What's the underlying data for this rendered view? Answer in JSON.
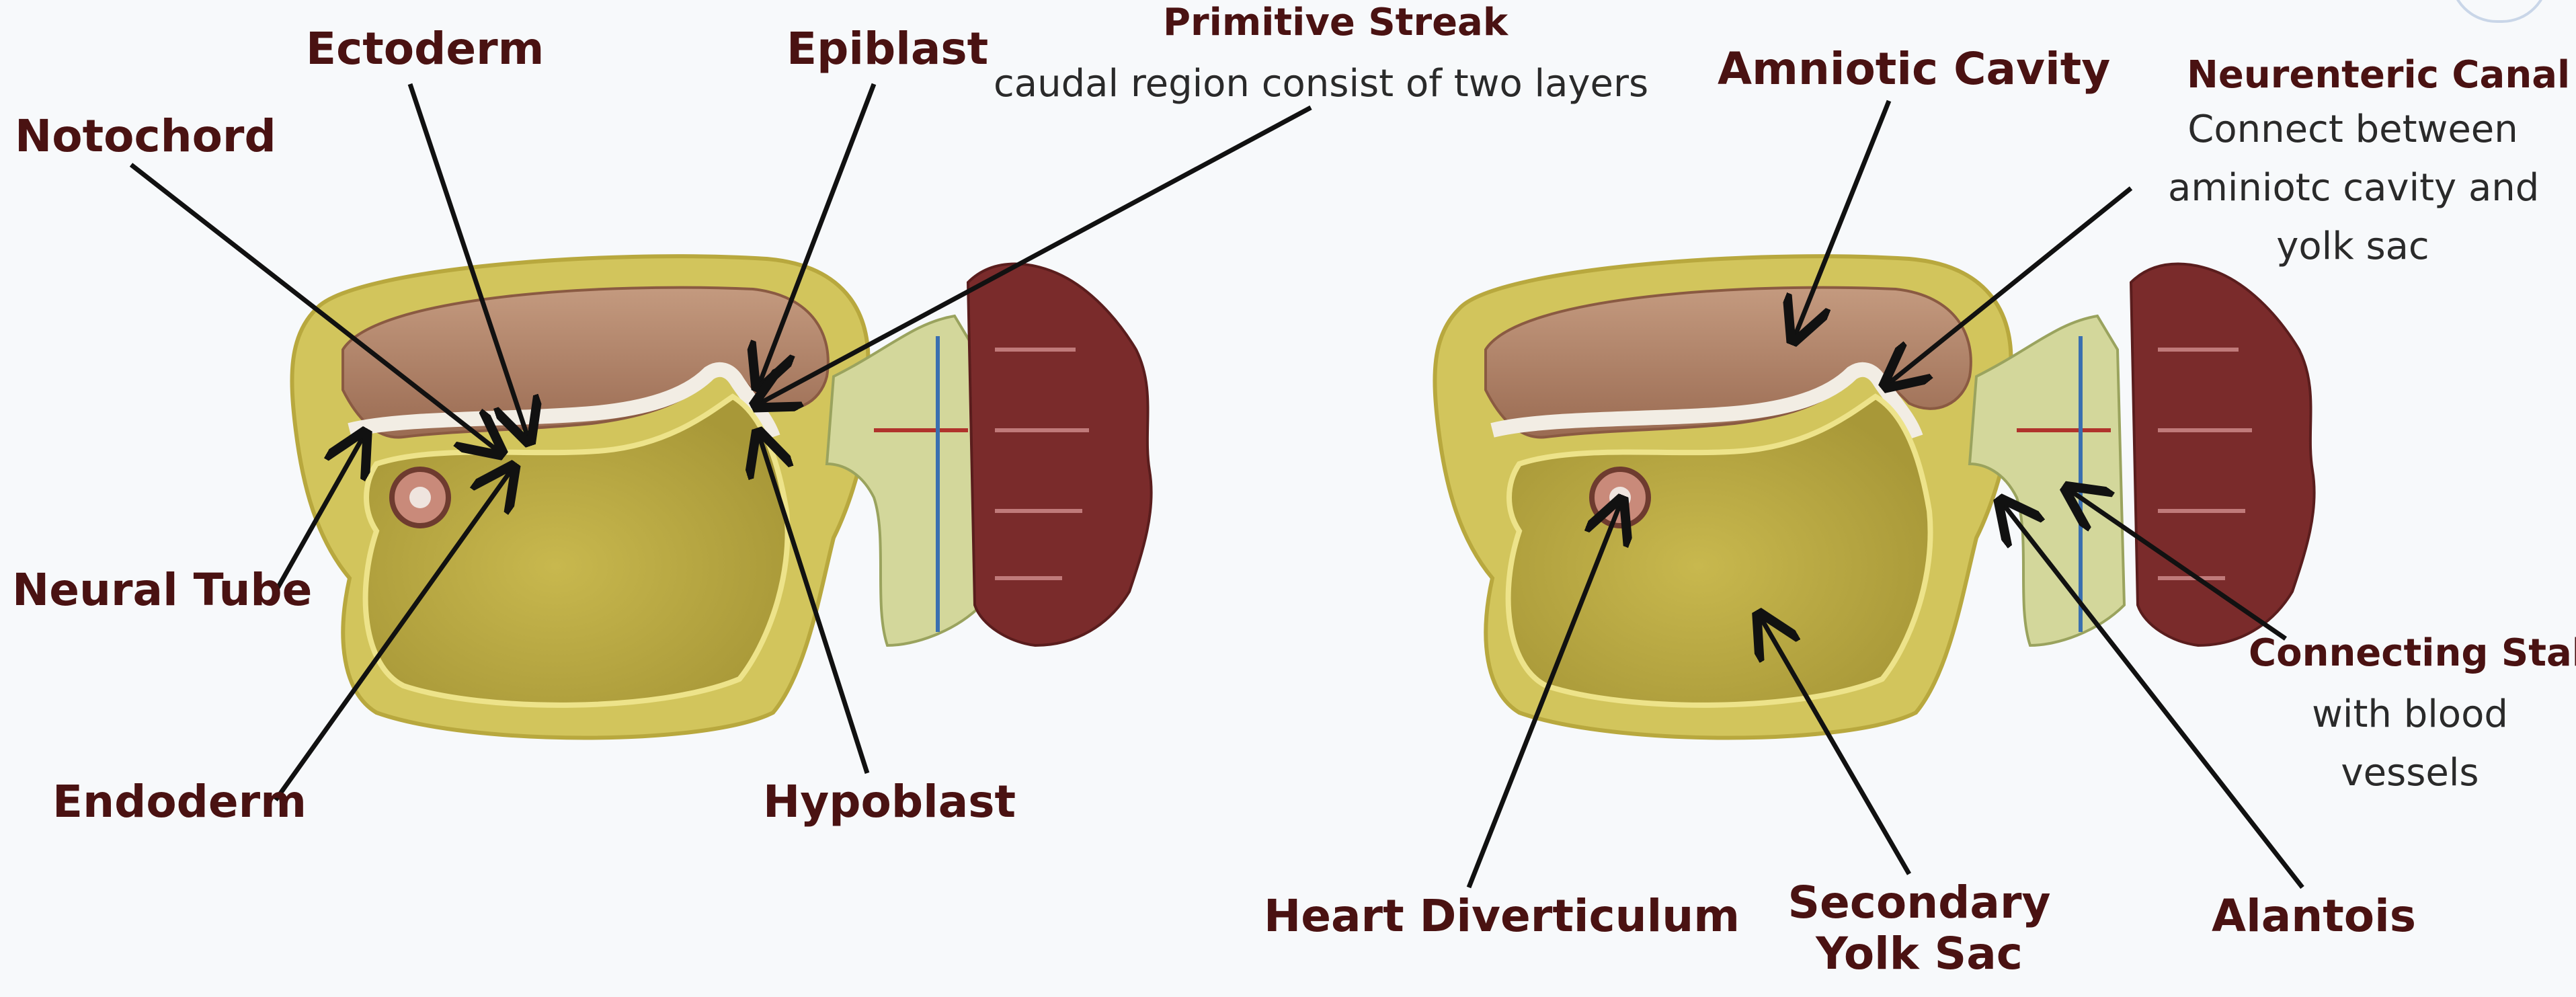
{
  "labels": {
    "ectoderm": "Ectoderm",
    "epiblast": "Epiblast",
    "notochord": "Notochord",
    "primitive_streak": {
      "title": "Primitive Streak",
      "description": "caudal region consist  of two layers"
    },
    "neural_tube": "Neural Tube",
    "endoderm": "Endoderm",
    "hypoblast": "Hypoblast",
    "amniotic_cavity": "Amniotic Cavity",
    "neurenteric_canal": {
      "title": "Neurenteric Canal",
      "description": [
        "Connect between",
        "aminiotc cavity and",
        "yolk sac"
      ]
    },
    "connecting_stalk": {
      "title": "Connecting Stalk",
      "description": [
        "with blood",
        "vessels"
      ]
    },
    "heart_diverticulum": "Heart Diverticulum",
    "secondary_yolk_sac": [
      "Secondary",
      "Yolk Sac"
    ],
    "alantois": "Alantois"
  },
  "colors": {
    "label_text": "#4a1212",
    "description_text": "#2a2a2a",
    "arrow": "#111111",
    "yolk": "#c6b54a",
    "amnion": "#b4876a",
    "outer_rim": "#cfc35a",
    "placenta": "#7a2b2b",
    "stalk": "#cfd39a",
    "background": "#f7f9fb"
  }
}
